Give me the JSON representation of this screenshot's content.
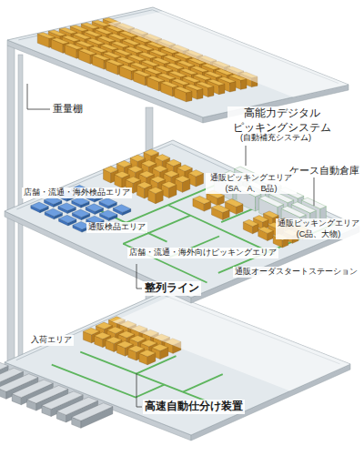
{
  "diagram": {
    "labels": [
      "重量棚",
      "高能力デジタル ピッキングシステム",
      "(自動補充システム)",
      "ケース自動倉庫",
      "店舗・流通・海外検品エリア",
      "通販ピッキングエリア (SA、A、B品)",
      "通販検品エリア",
      "通販ピッキングエリア (C品、大物)",
      "店舗・流通・海外向けピッキングエリア",
      "通販オーダスタートステーション",
      "整列ライン",
      "入荷エリア",
      "高速自動仕分け装置"
    ]
  }
}
